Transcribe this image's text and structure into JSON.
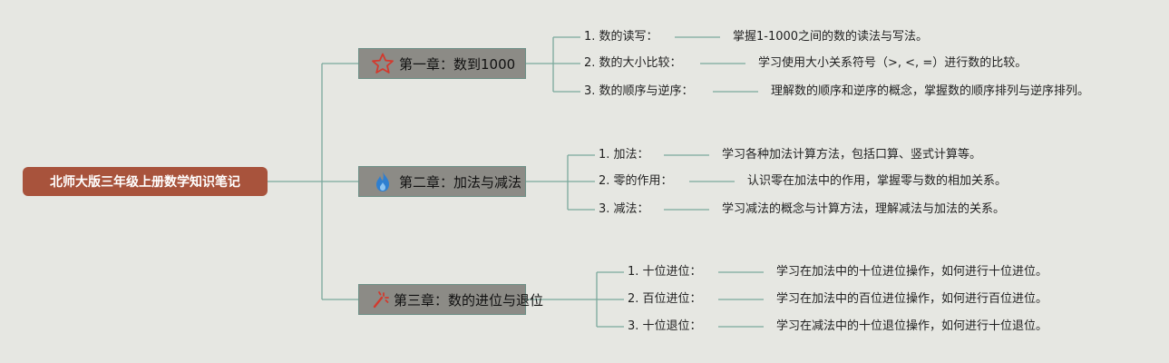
{
  "root": {
    "title": "北师大版三年级上册数学知识笔记"
  },
  "chapters": [
    {
      "title": "第一章：数到1000",
      "icon": "star-icon",
      "items": [
        {
          "label": "1. 数的读写：",
          "desc": "掌握1-1000之间的数的读法与写法。"
        },
        {
          "label": "2. 数的大小比较：",
          "desc": "学习使用大小关系符号（>, <, =）进行数的比较。"
        },
        {
          "label": "3. 数的顺序与逆序：",
          "desc": "理解数的顺序和逆序的概念，掌握数的顺序排列与逆序排列。"
        }
      ]
    },
    {
      "title": "第二章：加法与减法",
      "icon": "flame-icon",
      "items": [
        {
          "label": "1. 加法：",
          "desc": "学习各种加法计算方法，包括口算、竖式计算等。"
        },
        {
          "label": "2. 零的作用：",
          "desc": "认识零在加法中的作用，掌握零与数的相加关系。"
        },
        {
          "label": "3. 减法：",
          "desc": "学习减法的概念与计算方法，理解减法与加法的关系。"
        }
      ]
    },
    {
      "title": "第三章：数的进位与退位",
      "icon": "firework-icon",
      "items": [
        {
          "label": "1. 十位进位：",
          "desc": "学习在加法中的十位进位操作，如何进行十位进位。"
        },
        {
          "label": "2. 百位进位：",
          "desc": "学习在加法中的百位进位操作，如何进行百位进位。"
        },
        {
          "label": "3. 十位退位：",
          "desc": "学习在减法中的十位退位操作，如何进行十位退位。"
        }
      ]
    }
  ],
  "colors": {
    "root_bg": "#a8533c",
    "chapter_bg": "#8c8b86",
    "line": "#7aa89c",
    "background": "#e6e7e2"
  }
}
